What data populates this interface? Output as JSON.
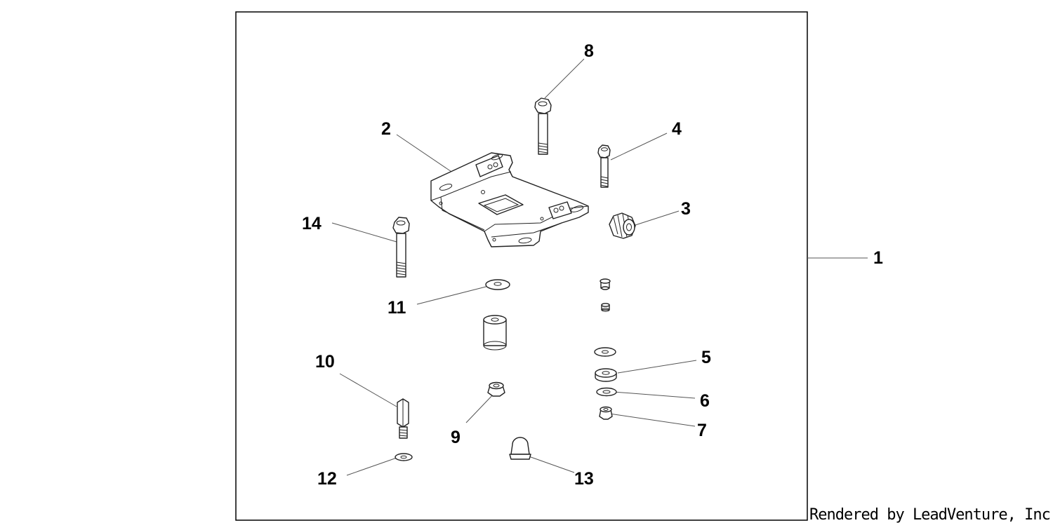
{
  "diagram": {
    "callouts": {
      "c1": "1",
      "c2": "2",
      "c3": "3",
      "c4": "4",
      "c5": "5",
      "c6": "6",
      "c7": "7",
      "c8": "8",
      "c9": "9",
      "c10": "10",
      "c11": "11",
      "c12": "12",
      "c13": "13",
      "c14": "14"
    },
    "credit": "Rendered by LeadVenture, Inc."
  }
}
